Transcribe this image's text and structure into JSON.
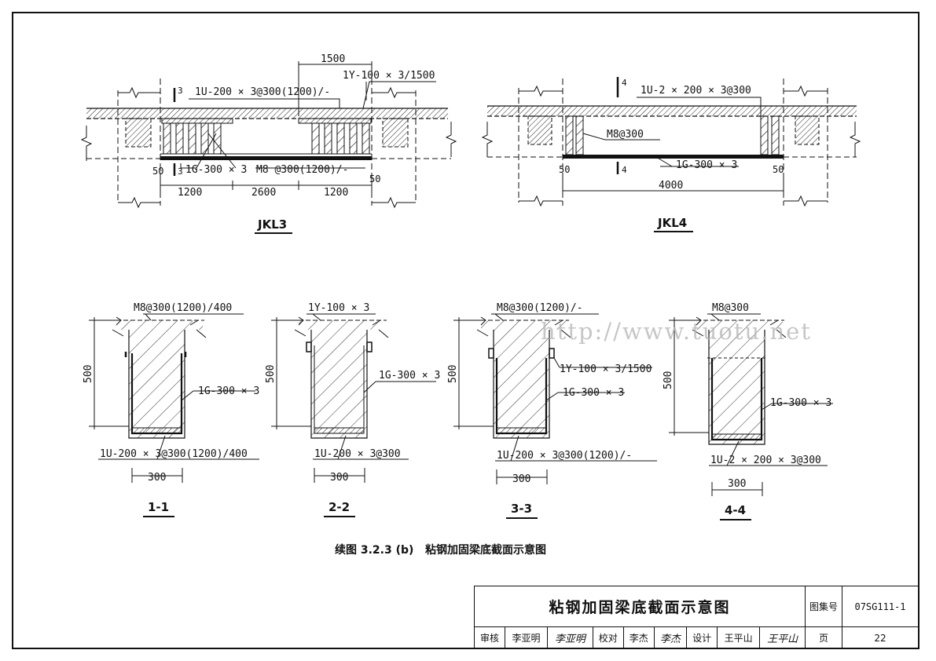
{
  "beams": {
    "jkl3": {
      "label": "JKL3",
      "dim_top": "1500",
      "note_u": "1U-200 × 3@300(1200)/-",
      "note_y": "1Y-100 × 3/1500",
      "note_g": "1G-300 × 3",
      "note_m": "M8 @300(1200)/-",
      "dims_bottom": [
        "1200",
        "2600",
        "1200"
      ],
      "dim_50a": "50",
      "dim_50b": "50",
      "section_mark": "3"
    },
    "jkl4": {
      "label": "JKL4",
      "note_u": "1U-2 × 200 × 3@300",
      "note_m": "M8@300",
      "note_g": "1G-300 × 3",
      "dim_bottom": "4000",
      "dim_50a": "50",
      "dim_50b": "50",
      "section_mark": "4"
    }
  },
  "sections": [
    {
      "label": "1-1",
      "top_note": "M8@300(1200)/400",
      "side_note": "1G-300 × 3",
      "bottom_note": "1U-200 × 3@300(1200)/400",
      "height": "500",
      "width": "300"
    },
    {
      "label": "2-2",
      "top_note": "1Y-100 × 3",
      "side_note": "1G-300 × 3",
      "bottom_note": "1U-200 × 3@300",
      "height": "500",
      "width": "300"
    },
    {
      "label": "3-3",
      "top_note": "M8@300(1200)/-",
      "side_note_y": "1Y-100 × 3/1500",
      "side_note": "1G-300 × 3",
      "bottom_note": "1U-200 × 3@300(1200)/-",
      "height": "500",
      "width": "300"
    },
    {
      "label": "4-4",
      "top_note": "M8@300",
      "side_note": "1G-300 × 3",
      "bottom_note": "1U-2 × 200 × 3@300",
      "height": "500",
      "width": "300"
    }
  ],
  "watermark": "http://www.tuotu.net",
  "caption": "续图 3.2.3 (b)   粘钢加固梁底截面示意图",
  "title_block": {
    "title": "粘钢加固梁底截面示意图",
    "atlas_label": "图集号",
    "atlas_no": "07SG111-1",
    "review_label": "审核",
    "reviewer": "李亚明",
    "reviewer_sig": "李亚明",
    "check_label": "校对",
    "checker": "李杰",
    "checker_sig": "李杰",
    "design_label": "设计",
    "designer": "王平山",
    "designer_sig": "王平山",
    "page_label": "页",
    "page_no": "22"
  }
}
